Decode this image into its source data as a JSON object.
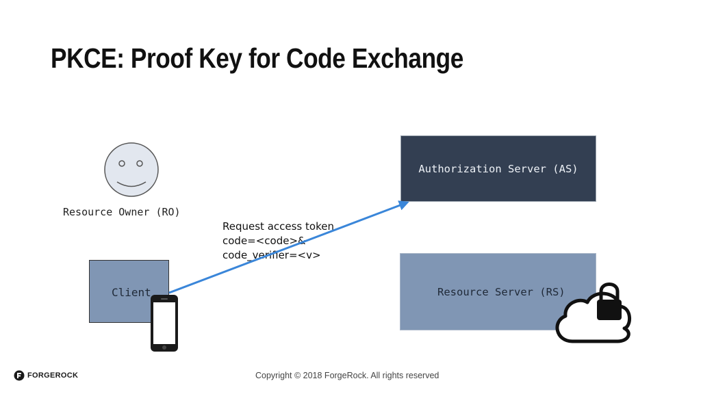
{
  "slide": {
    "title": "PKCE: Proof Key for Code Exchange",
    "copyright": "Copyright © 2018 ForgeRock. All rights reserved"
  },
  "actors": {
    "resource_owner": "Resource Owner (RO)",
    "client": "Client",
    "authorization_server": "Authorization Server (AS)",
    "resource_server": "Resource Server (RS)"
  },
  "request": {
    "line1": "Request access token",
    "line2": "code=<code>&",
    "line3": "code_verifier=<v>"
  },
  "brand": {
    "name": "FORGEROCK"
  },
  "colors": {
    "as_fill": "#333f52",
    "rs_fill": "#8096b4",
    "client_fill": "#8096b4",
    "arrow": "#3a86d9",
    "face_fill": "#e2e7ef"
  },
  "icons": [
    "smiley-face-icon",
    "smartphone-icon",
    "cloud-lock-icon",
    "forgerock-logo-icon",
    "arrow"
  ]
}
